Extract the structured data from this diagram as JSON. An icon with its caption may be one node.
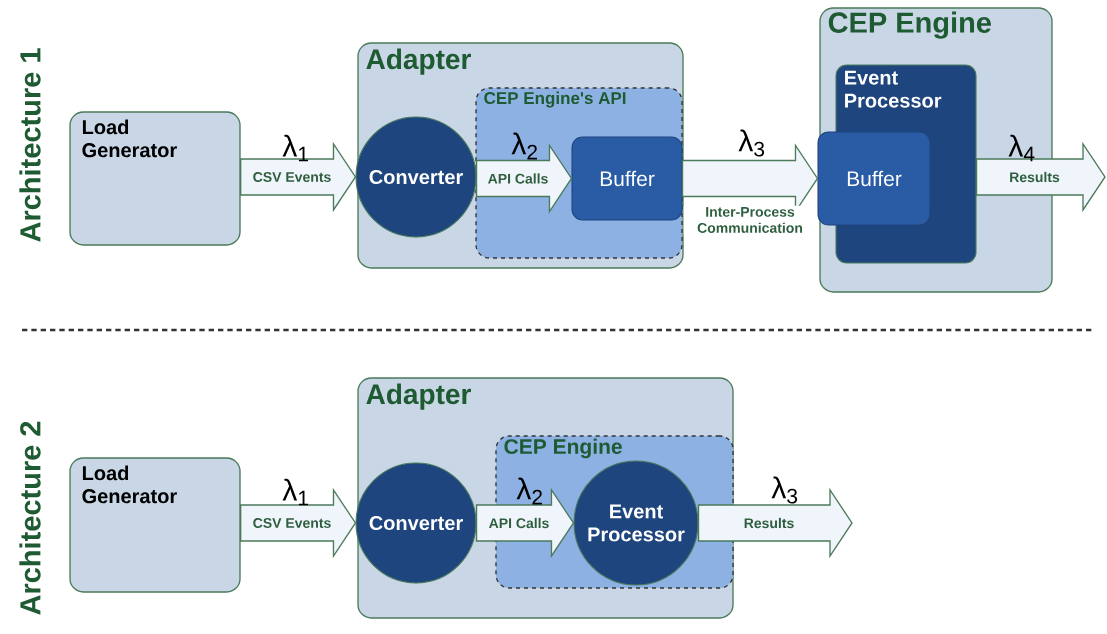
{
  "diagram": {
    "nodes": [
      {
        "text": [
          "Load Generator"
        ]
      },
      {
        "text": [
          "Adapter"
        ]
      },
      {
        "text": [
          "CEP Engine's API"
        ],
        "in": 1
      },
      {
        "text": [
          "Converter"
        ],
        "in": 1
      },
      {
        "text": [
          "Buffer"
        ],
        "in": 2
      },
      {
        "text": [
          "CEP Engine"
        ]
      },
      {
        "text": [
          "Event Processor"
        ],
        "in": 5
      },
      {
        "text": [
          "Buffer"
        ],
        "in": 5
      },
      {
        "text": [
          "Load Generator"
        ]
      },
      {
        "text": [
          "Adapter"
        ]
      },
      {
        "text": [
          "CEP Engine"
        ],
        "in": 9
      },
      {
        "text": [
          "Converter"
        ],
        "in": 9
      },
      {
        "text": [
          "Event Processor"
        ],
        "in": 10
      }
    ],
    "edges": [
      {
        "from": 0,
        "to": 3,
        "arrow": "to",
        "label": "CSV Events"
      },
      {
        "from": 3,
        "to": 4,
        "arrow": "to",
        "label": "API Calls"
      },
      {
        "from": 4,
        "to": 7,
        "arrow": "to",
        "label": "Inter-Process Communication"
      },
      {
        "from": 6,
        "to": null,
        "arrow": "to",
        "label": "Results"
      },
      {
        "from": 8,
        "to": 11,
        "arrow": "to",
        "label": "CSV Events"
      },
      {
        "from": 11,
        "to": 12,
        "arrow": "to",
        "label": "API Calls"
      },
      {
        "from": 12,
        "to": null,
        "arrow": "to",
        "label": "Results"
      }
    ],
    "labels": [
      "Architecture 1",
      "λ$_{1}$",
      "λ$_{2}$",
      "λ$_{3}$",
      "λ$_{4}$",
      "Architecture 2",
      "λ$_{1}$",
      "λ$_{2}$",
      "λ$_{3}$"
    ]
  }
}
